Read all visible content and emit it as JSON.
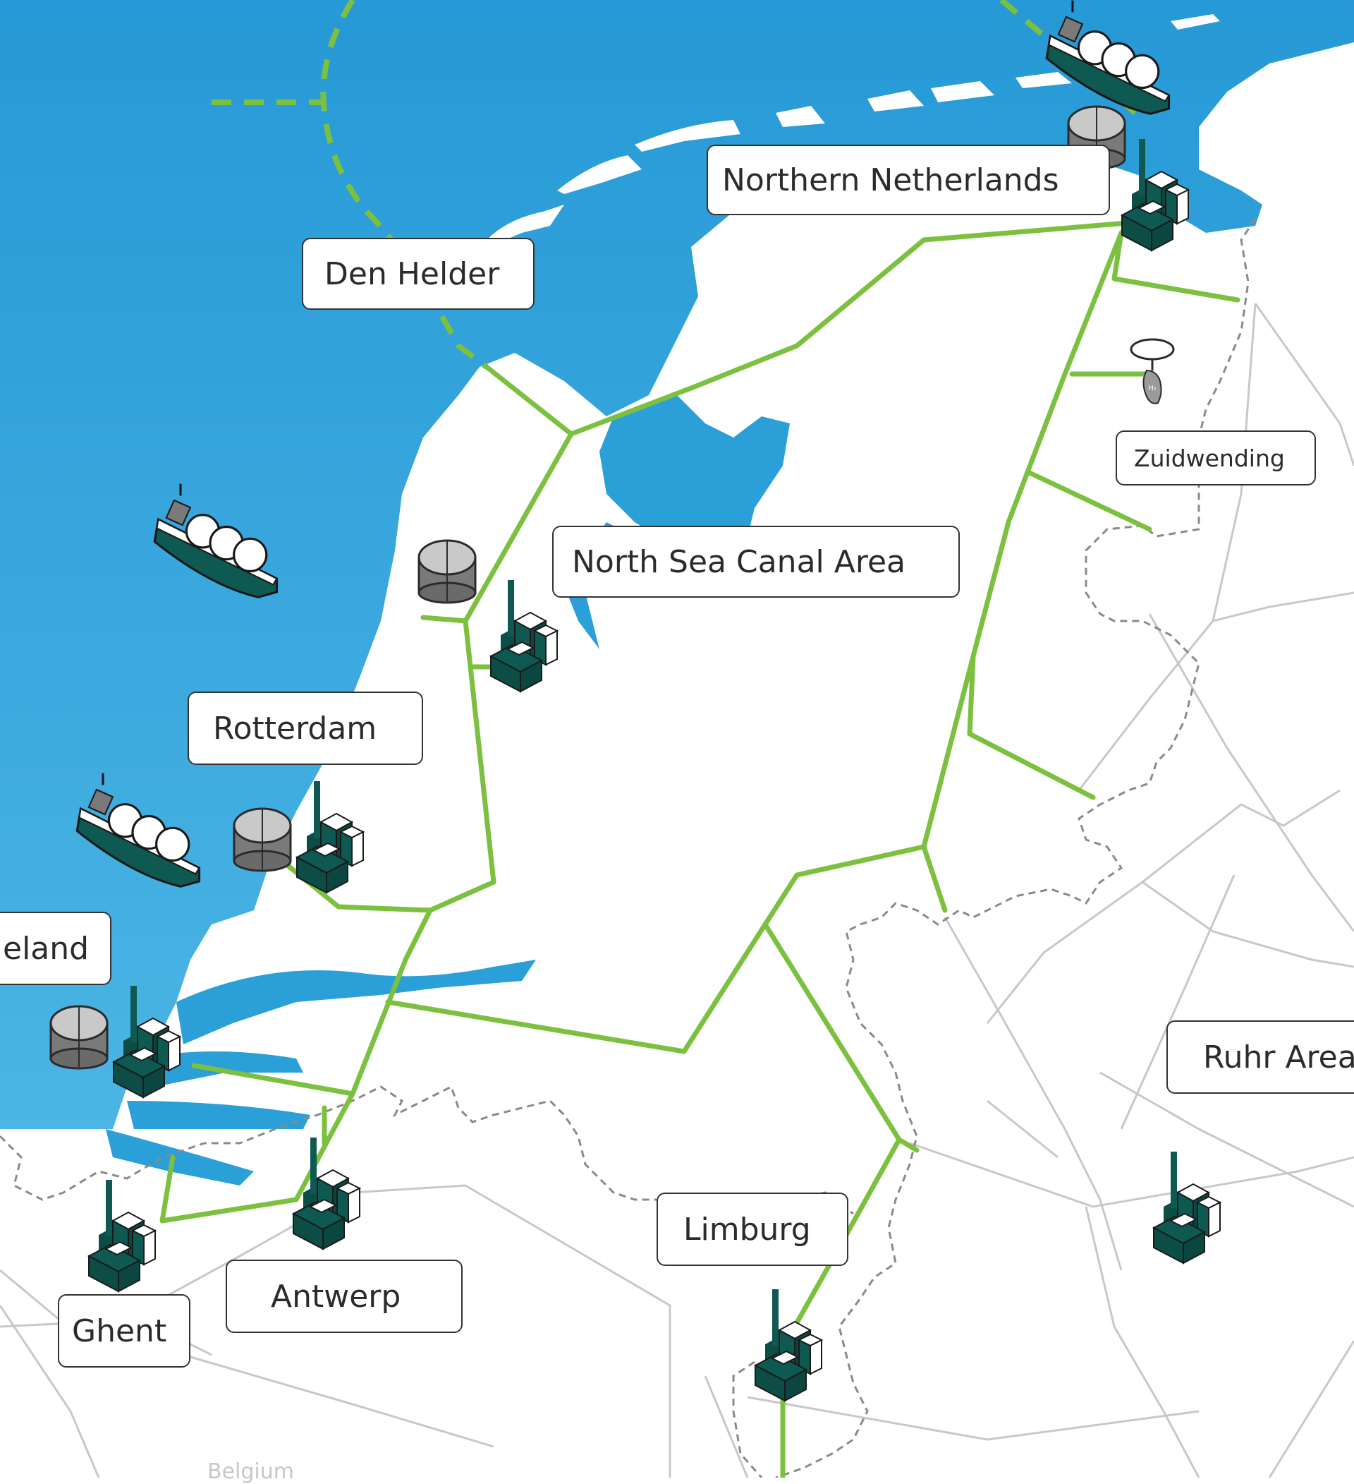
{
  "map": {
    "colors": {
      "sea": "#2a9fd8",
      "land": "#ffffff",
      "pipeline": "#7cc040",
      "border_line": "#c8c8c8",
      "national_border": "#8a8a8a",
      "factory": "#0e5a52",
      "storage_tank": "#8a8a8a",
      "label_border": "#333333"
    },
    "labels": {
      "northern_netherlands": "Northern Netherlands",
      "den_helder": "Den Helder",
      "zuidwending": "Zuidwending",
      "north_sea_canal_area": "North Sea Canal Area",
      "rotterdam": "Rotterdam",
      "zeeland": "eland",
      "ruhr_area": "Ruhr Area",
      "limburg": "Limburg",
      "antwerp": "Antwerp",
      "ghent": "Ghent",
      "belgium": "Belgium"
    },
    "icons": {
      "factory": "factory-icon",
      "lng_ship": "lng-ship-icon",
      "storage_tank": "storage-tank-icon",
      "hydrogen_storage": "hydrogen-storage-icon"
    }
  }
}
